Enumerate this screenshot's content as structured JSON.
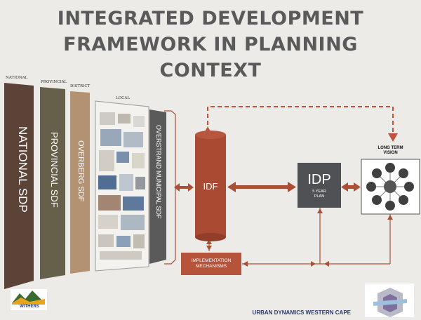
{
  "title": {
    "line1": "INTEGRATED DEVELOPMENT",
    "line2": "FRAMEWORK IN PLANNING",
    "line3": "CONTEXT"
  },
  "panels": {
    "national": {
      "header": "NATIONAL",
      "label": "NATIONAL SDP"
    },
    "provincial": {
      "header": "PROVINCIAL",
      "label": "PROVINCIAL   SDF"
    },
    "district": {
      "header": "DISTRICT",
      "label": "OVERBERG   SDF"
    },
    "local": {
      "header": "LOCAL",
      "label": "OVERSTRAND  MUNICIPAL  SDF"
    }
  },
  "idf": {
    "label": "IDF"
  },
  "idp": {
    "label": "IDP",
    "sub1": "5 YEAR",
    "sub2": "PLAN"
  },
  "vision": {
    "label1": "LONG TERM",
    "label2": "VISION"
  },
  "implementation": {
    "line1": "IMPLEMENTATION",
    "line2": "MECHANISMS"
  },
  "footer": {
    "logo_text": "WITHERS",
    "org": "URBAN DYNAMICS WESTERN CAPE"
  },
  "colors": {
    "national": "#5c4337",
    "provincial": "#66604a",
    "district": "#b39173",
    "local_sdf": "#5a5a5a",
    "idf": "#a94a33",
    "idp": "#4f5154",
    "arrow": "#a84f36",
    "dashed": "#c0533a"
  }
}
